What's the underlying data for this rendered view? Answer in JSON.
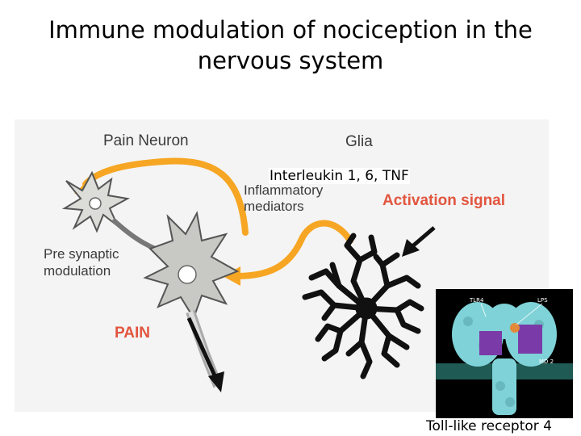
{
  "title": {
    "line1": "Immune modulation of nociception in the",
    "line2": "nervous system"
  },
  "figure": {
    "labels": {
      "pain_neuron": "Pain Neuron",
      "glia": "Glia",
      "inflammatory_1": "Inflammatory",
      "inflammatory_2": "mediators",
      "presynaptic_1": "Pre synaptic",
      "presynaptic_2": "modulation",
      "activation_signal": "Activation signal",
      "pain": "PAIN"
    },
    "colors": {
      "arrow_orange": "#f6a623",
      "red_label": "#e2553f",
      "neuron_fill": "#c8c8c4",
      "glia": "#111111"
    }
  },
  "annotation": {
    "interleukin": "Interleukin 1, 6, TNF"
  },
  "tlr_image": {
    "tlr4": "TLR4",
    "lps": "LPS",
    "md2": "MD 2",
    "caption": "Toll-like receptor 4"
  }
}
